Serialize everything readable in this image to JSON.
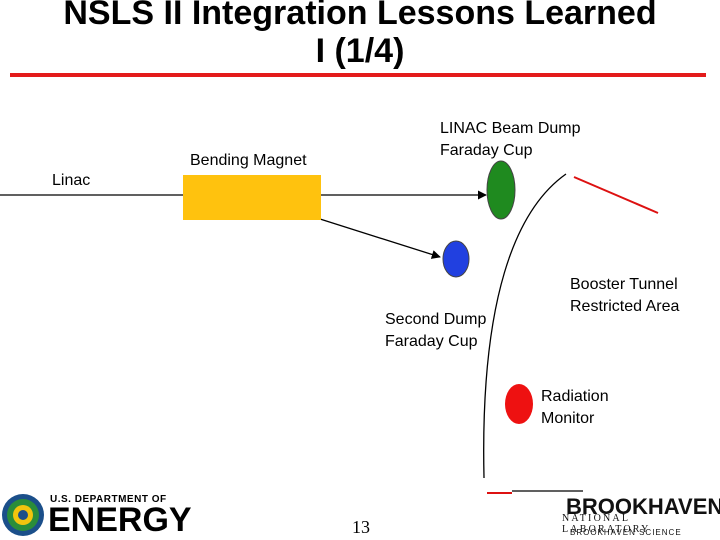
{
  "slide": {
    "title": "NSLS II Integration Lessons Learned I (1/4)",
    "title_line1": "NSLS II Integration Lessons Learned",
    "title_line2": "I (1/4)",
    "page_number": "13"
  },
  "labels": {
    "linac": "Linac",
    "bending_magnet": "Bending Magnet",
    "linac_dump_line1": "LINAC Beam Dump",
    "linac_dump_line2": "Faraday Cup",
    "second_dump_line1": "Second Dump",
    "second_dump_line2": "Faraday Cup",
    "booster_line1": "Booster Tunnel",
    "booster_line2": "Restricted Area",
    "radiation_line1": "Radiation",
    "radiation_line2": "Monitor"
  },
  "logos": {
    "doe_small": "U.S. DEPARTMENT OF",
    "doe_big": "ENERGY",
    "bnl_name": "BROOKHAVEN",
    "bnl_lab": "NATIONAL LABORATORY",
    "bnl_science": "BROOKHAVEN SCIENCE"
  },
  "colors": {
    "title_rule": "#e31b1b",
    "magnet": "#ffc20e",
    "linac_dump_cup": "#1f8a1f",
    "second_dump_cup": "#2140e0",
    "radiation_monitor": "#ee1111",
    "booster_line": "#dd1111",
    "beam_line": "#000000"
  }
}
